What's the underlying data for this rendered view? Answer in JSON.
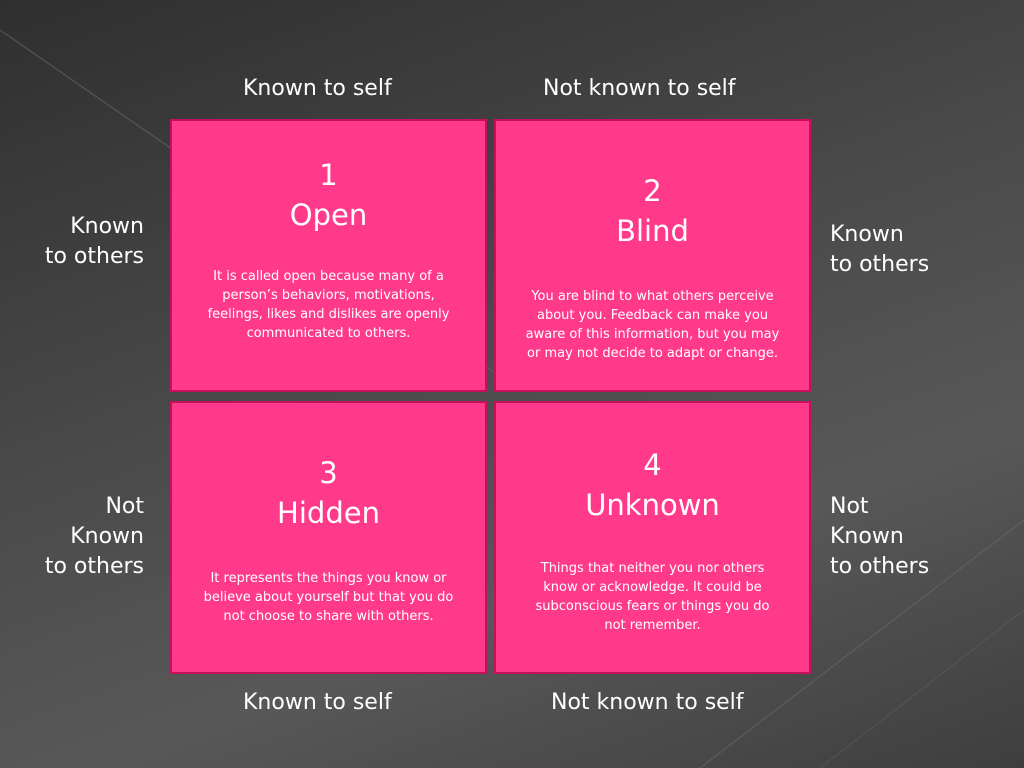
{
  "columns": {
    "top": [
      "Known to self",
      "Not known to self"
    ],
    "bottom": [
      "Known to self",
      "Not known to self"
    ]
  },
  "rows": {
    "left": [
      "Known\nto others",
      "Not\nKnown\nto others"
    ],
    "right": [
      "Known\nto others",
      "Not\nKnown\nto others"
    ]
  },
  "quadrants": [
    {
      "title": "1\nOpen",
      "description": "It is called open because many of a person’s behaviors, motivations, feelings, likes and dislikes are openly communicated to others."
    },
    {
      "title": "2\nBlind",
      "description": "You are blind to what others perceive about you.  Feedback can make you aware of this information, but you may or may not decide to adapt or change."
    },
    {
      "title": "3\nHidden",
      "description": "It represents the things you know or believe about yourself but that you do not choose to share with others."
    },
    {
      "title": "4\nUnknown",
      "description": "Things that neither you nor others know or acknowledge.  It could be subconscious fears or things you do not remember."
    }
  ],
  "colors": {
    "quadrant_fill": "#ff3a8a",
    "quadrant_border": "#c4105d",
    "background": "#4b4b4b",
    "text": "#ffffff"
  }
}
